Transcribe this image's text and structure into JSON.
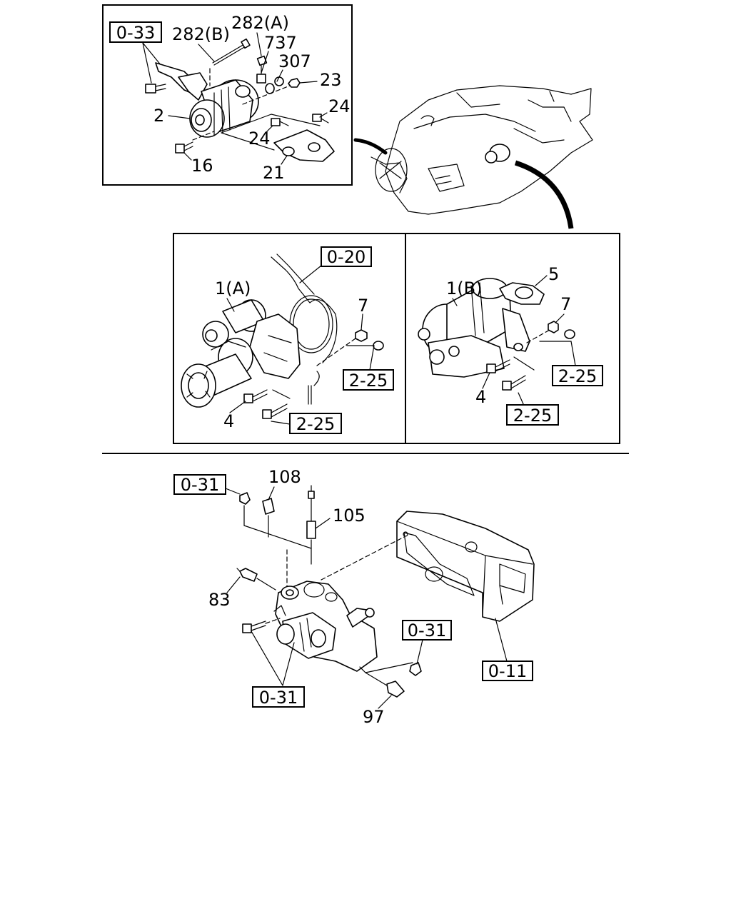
{
  "sections": {
    "alternator": {
      "ref_box": "0-33",
      "callouts": [
        "282(B)",
        "282(A)",
        "737",
        "307",
        "23",
        "2",
        "24",
        "24",
        "16",
        "21"
      ]
    },
    "starter_a": {
      "ref_box_top": "0-20",
      "callouts": [
        "1(A)",
        "7",
        "4"
      ],
      "ref_box_nut": "2-25",
      "ref_box_bolt": "2-25"
    },
    "starter_b": {
      "callouts": [
        "1(B)",
        "5",
        "7",
        "4"
      ],
      "ref_box_nut": "2-25",
      "ref_box_bolt": "2-25"
    },
    "thermostat": {
      "ref_box_top_left": "0-31",
      "ref_box_right": "0-31",
      "ref_box_bottom": "0-31",
      "ref_box_block": "0-11",
      "callouts": [
        "108",
        "105",
        "83",
        "97"
      ]
    }
  }
}
